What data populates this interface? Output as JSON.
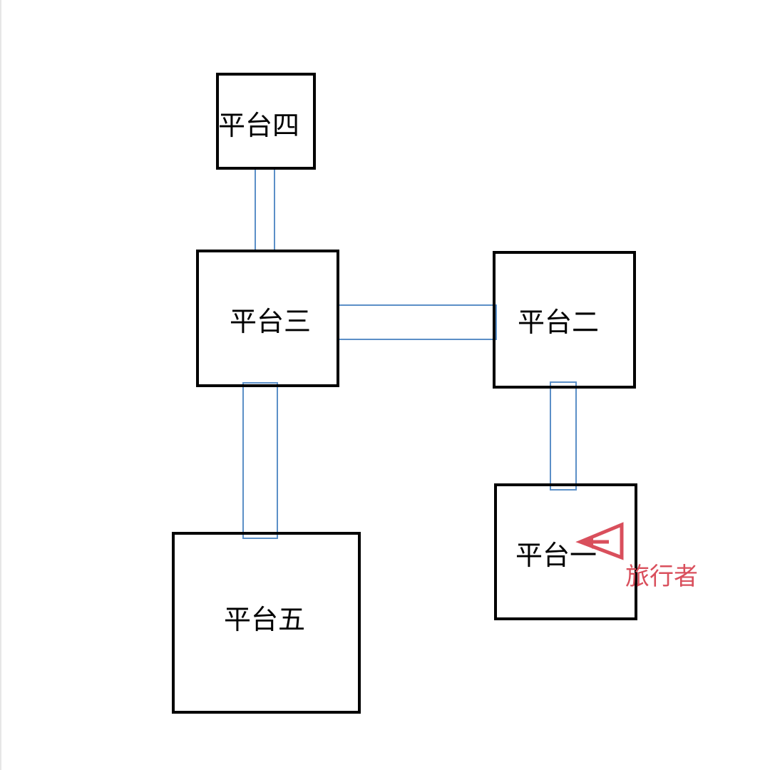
{
  "platforms": {
    "p4": {
      "label": "平台四"
    },
    "p3": {
      "label": "平台三"
    },
    "p2": {
      "label": "平台二"
    },
    "p1": {
      "label": "平台一"
    },
    "p5": {
      "label": "平台五"
    }
  },
  "bridges": [
    {
      "from": "平台四",
      "to": "平台三"
    },
    {
      "from": "平台三",
      "to": "平台二"
    },
    {
      "from": "平台三",
      "to": "平台五"
    },
    {
      "from": "平台二",
      "to": "平台一"
    }
  ],
  "traveler": {
    "label": "旅行者",
    "location": "平台一",
    "icon": "arrow-marker-icon",
    "color": "#d94f5c"
  },
  "colors": {
    "platform_border": "#000000",
    "bridge_border": "#5b8fc7",
    "traveler": "#d94f5c"
  }
}
